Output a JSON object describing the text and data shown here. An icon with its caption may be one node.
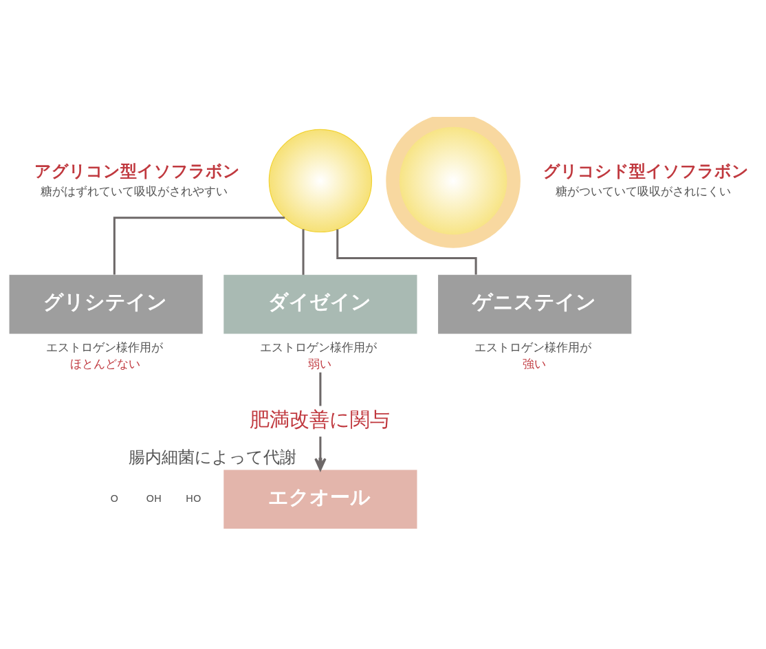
{
  "diagram": {
    "nodes": [
      {
        "text": [],
        "shape": "circle",
        "beside": [
          "アグリコン型イソフラボン",
          "糖がはずれていて吸収がされやすい"
        ]
      },
      {
        "text": [],
        "shape": "circle",
        "beside": [
          "グリコシド型イソフラボン",
          "糖がついていて吸収がされにくい"
        ]
      },
      {
        "text": [
          "グリシテイン"
        ],
        "beside": [
          "エストロゲン様作用が",
          "ほとんどない"
        ]
      },
      {
        "text": [
          "ダイゼイン"
        ],
        "beside": [
          "エストロゲン様作用が",
          "弱い"
        ]
      },
      {
        "text": [
          "ゲニステイン"
        ],
        "beside": [
          "エストロゲン様作用が",
          "強い"
        ]
      },
      {
        "text": [
          "肥満改善に関与"
        ]
      },
      {
        "text": [
          "エクオール"
        ]
      }
    ],
    "edges": [
      {
        "from": 0,
        "to": 2,
        "arrow": "none"
      },
      {
        "from": 0,
        "to": 3,
        "arrow": "none"
      },
      {
        "from": 0,
        "to": 4,
        "arrow": "none"
      },
      {
        "from": 3,
        "to": 5,
        "arrow": "none"
      },
      {
        "from": 5,
        "to": 6,
        "arrow": "to",
        "label": "腸内細菌によって代謝"
      }
    ],
    "labels": [
      "O",
      "OH",
      "HO"
    ]
  }
}
